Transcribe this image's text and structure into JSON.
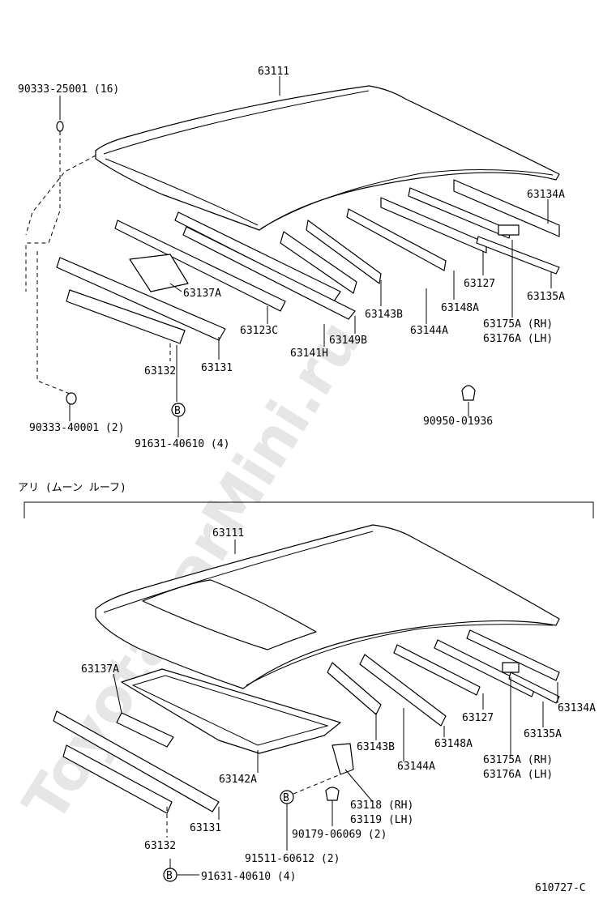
{
  "watermark": "ToyotaCarMini.ru",
  "top_section": {
    "labels": {
      "roof_panel": "63111",
      "clip_top": "90333-25001 (16)",
      "clip_bottom": "90333-40001 (2)",
      "bolt": "91631-40610 (4)",
      "plug": "90950-01936",
      "p63134A": "63134A",
      "p63135A": "63135A",
      "p63127": "63127",
      "p63148A": "63148A",
      "p63144A": "63144A",
      "p63143B": "63143B",
      "p63149B": "63149B",
      "p63141H": "63141H",
      "p63123C": "63123C",
      "p63137A": "63137A",
      "p63132": "63132",
      "p63131": "63131",
      "p63175A": "63175A (RH)",
      "p63176A": "63176A (LH)"
    },
    "marker": "B"
  },
  "bottom_section": {
    "heading": "アリ (ムーン ルーフ)",
    "labels": {
      "roof_panel": "63111",
      "p63137A": "63137A",
      "p63134A": "63134A",
      "p63135A": "63135A",
      "p63127": "63127",
      "p63148A": "63148A",
      "p63144A": "63144A",
      "p63143B": "63143B",
      "p63142A": "63142A",
      "p63175A": "63175A (RH)",
      "p63176A": "63176A (LH)",
      "p63118": "63118 (RH)",
      "p63119": "63119 (LH)",
      "nut": "90179-06069 (2)",
      "screw": "91511-60612 (2)",
      "bolt": "91631-40610 (4)",
      "p63131": "63131",
      "p63132": "63132"
    },
    "marker_upper": "B",
    "marker_lower": "B"
  },
  "figure_code": "610727-C"
}
